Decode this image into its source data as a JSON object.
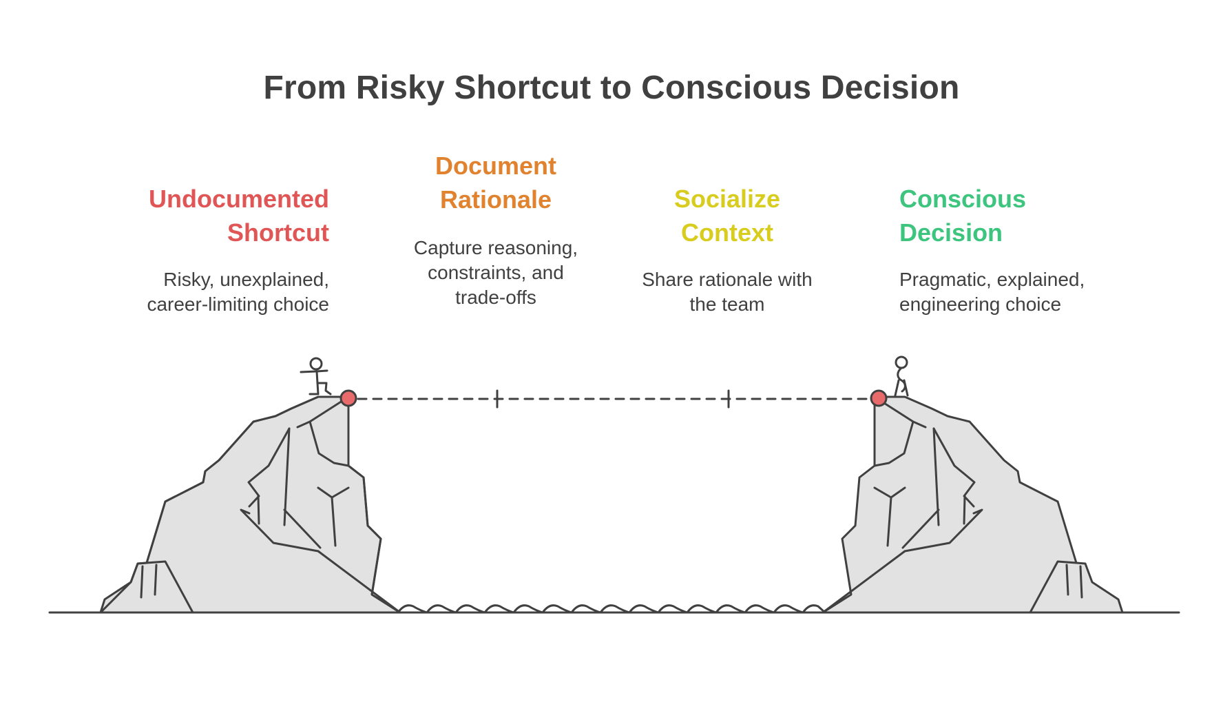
{
  "title": "From Risky Shortcut to Conscious Decision",
  "stages": [
    {
      "heading_line1": "Undocumented",
      "heading_line2": "Shortcut",
      "desc_line1": "Risky, unexplained,",
      "desc_line2": "career-limiting choice",
      "desc_line3": "",
      "color": "#E05656"
    },
    {
      "heading_line1": "Document",
      "heading_line2": "Rationale",
      "desc_line1": "Capture reasoning,",
      "desc_line2": "constraints, and",
      "desc_line3": "trade-offs",
      "color": "#E0822E"
    },
    {
      "heading_line1": "Socialize",
      "heading_line2": "Context",
      "desc_line1": "Share rationale with",
      "desc_line2": "the team",
      "desc_line3": "",
      "color": "#D8CC1E"
    },
    {
      "heading_line1": "Conscious",
      "heading_line2": "Decision",
      "desc_line1": "Pragmatic, explained,",
      "desc_line2": "engineering choice",
      "desc_line3": "",
      "color": "#3DC47E"
    }
  ],
  "colors": {
    "text": "#404040",
    "outline": "#404040",
    "rock_fill": "#E2E2E2",
    "endpoint": "#E86A6A"
  },
  "icons": [
    "climbing-person-icon",
    "standing-person-icon",
    "left-cliff-icon",
    "right-cliff-icon",
    "water-waves-icon"
  ]
}
